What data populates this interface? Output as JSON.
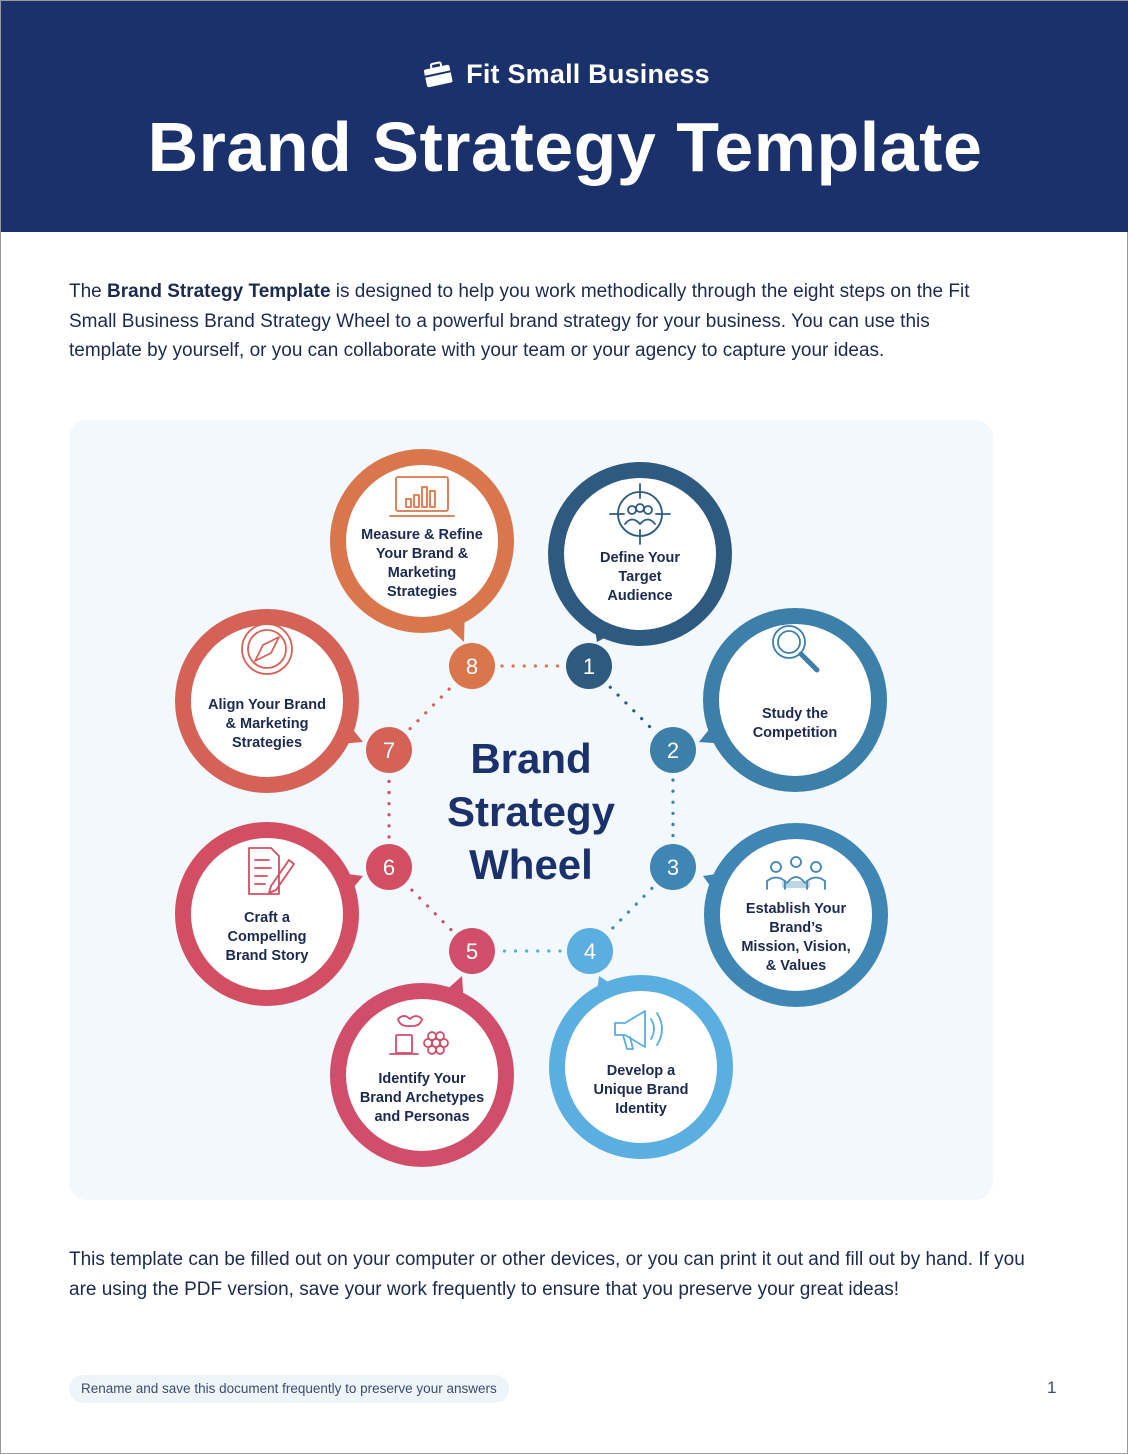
{
  "header": {
    "brand_name": "Fit Small Business",
    "title": "Brand Strategy Template",
    "background": "#1b316b"
  },
  "intro": {
    "prefix": "The ",
    "bold": "Brand Strategy Template",
    "rest": " is designed to help you work methodically through the eight steps on the Fit Small Business Brand Strategy Wheel to a powerful brand strategy for your business. You can use this template by yourself, or you can collaborate with your team or your agency to capture your ideas."
  },
  "wheel": {
    "center_lines": [
      "Brand",
      "Strategy",
      "Wheel"
    ],
    "steps": [
      {
        "number": "1",
        "lines": [
          "Define Your",
          "Target",
          "Audience"
        ],
        "color": "#2f5a80",
        "icon": "target-audience-icon"
      },
      {
        "number": "2",
        "lines": [
          "Study the",
          "Competition"
        ],
        "color": "#3c7fa9",
        "icon": "magnifier-icon"
      },
      {
        "number": "3",
        "lines": [
          "Establish Your",
          "Brand’s",
          "Mission, Vision,",
          "& Values"
        ],
        "color": "#3f86b5",
        "icon": "team-meeting-icon"
      },
      {
        "number": "4",
        "lines": [
          "Develop a",
          "Unique Brand",
          "Identity"
        ],
        "color": "#5aaee0",
        "icon": "megaphone-icon"
      },
      {
        "number": "5",
        "lines": [
          "Identify Your",
          "Brand Archetypes",
          "and Personas"
        ],
        "color": "#d14e6a",
        "icon": "mask-hat-flower-icon"
      },
      {
        "number": "6",
        "lines": [
          "Craft a",
          "Compelling",
          "Brand Story"
        ],
        "color": "#d24f63",
        "icon": "document-pen-icon"
      },
      {
        "number": "7",
        "lines": [
          "Align Your Brand",
          "& Marketing",
          "Strategies"
        ],
        "color": "#d46256",
        "icon": "compass-icon"
      },
      {
        "number": "8",
        "lines": [
          "Measure & Refine",
          "Your Brand &",
          "Marketing",
          "Strategies"
        ],
        "color": "#d9764b",
        "icon": "bar-chart-icon"
      }
    ]
  },
  "outro": {
    "text": "This template can be filled out on your computer or other devices, or you can print it out and fill out by hand. If you are using the PDF version, save your work frequently to ensure that you preserve your great ideas!"
  },
  "footer": {
    "note": "Rename and save this document frequently to preserve your answers",
    "page_number": "1"
  }
}
